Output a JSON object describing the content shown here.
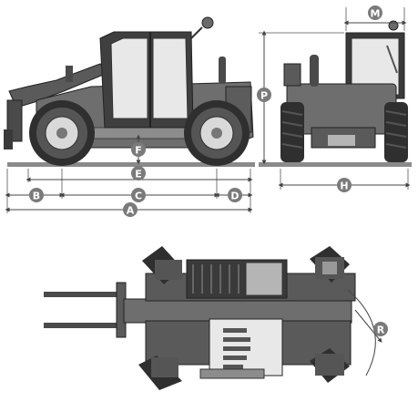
{
  "labels": {
    "A": "A",
    "B": "B",
    "C": "C",
    "D": "D",
    "E": "E",
    "F": "F",
    "H": "H",
    "M": "M",
    "P": "P",
    "R": "R"
  },
  "colors": {
    "badge": "#7a7a7a",
    "machine_dark": "#3a3a3a",
    "machine_mid": "#6b6b6b",
    "machine_light": "#b5b5b5",
    "tyre": "#2f2f2f",
    "rim": "#d9d9d9",
    "dim_line": "#444444"
  }
}
